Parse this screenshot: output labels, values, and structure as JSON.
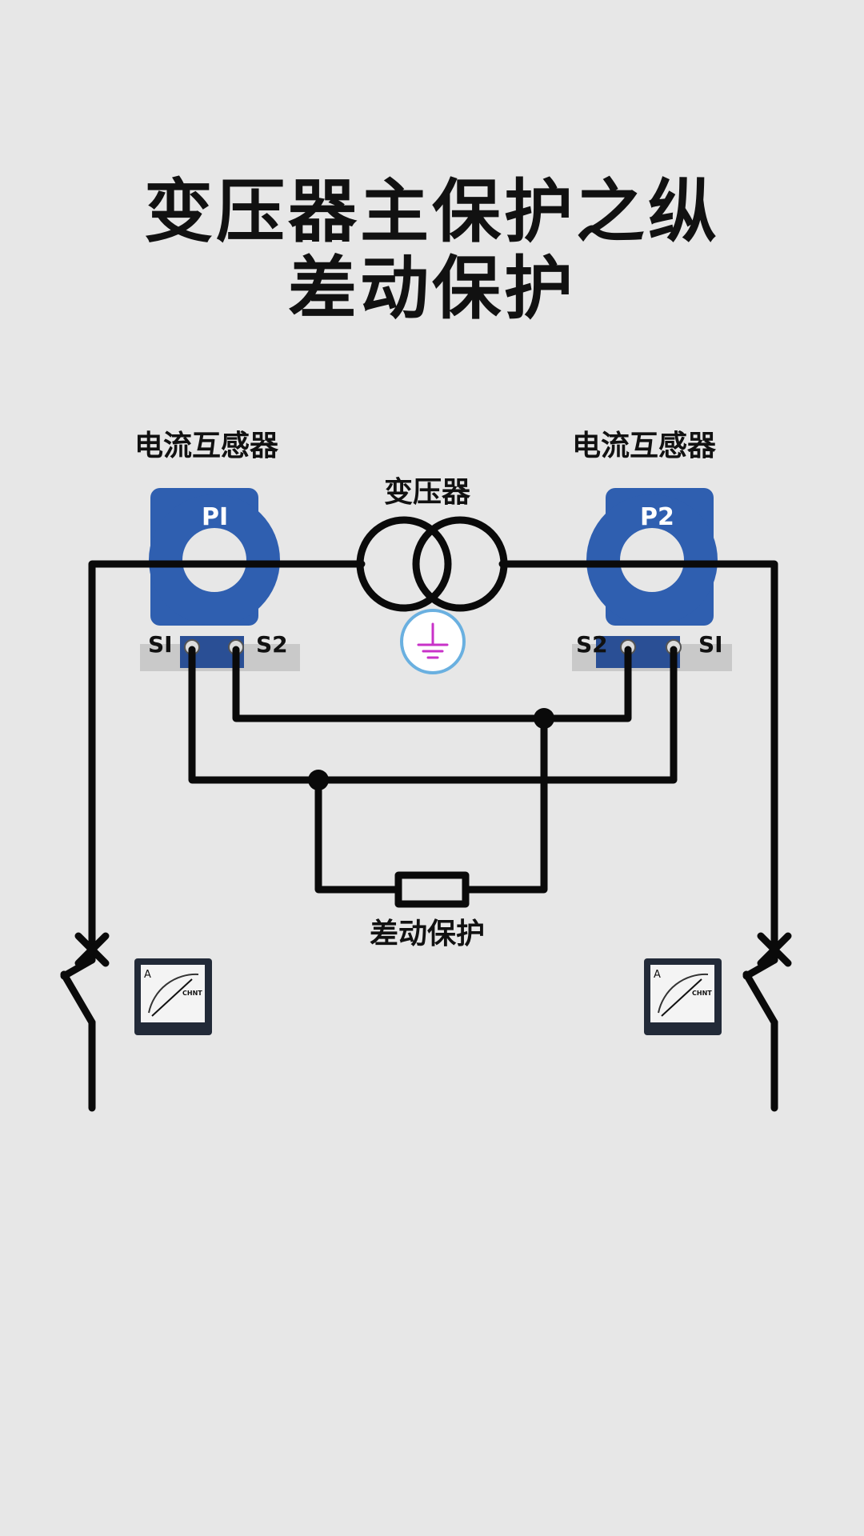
{
  "title": {
    "line1": "变压器主保护之纵",
    "line2": "差动保护"
  },
  "labels": {
    "ct_left": "电流互感器",
    "ct_right": "电流互感器",
    "transformer": "变压器",
    "differential_protection": "差动保护"
  },
  "ct_left": {
    "name": "PI",
    "terminal_a": "SI",
    "terminal_b": "S2"
  },
  "ct_right": {
    "name": "P2",
    "terminal_a": "S2",
    "terminal_b": "SI"
  },
  "meters": {
    "left": {
      "unit": "A",
      "brand": "CHNT"
    },
    "right": {
      "unit": "A",
      "brand": "CHNT"
    }
  },
  "colors": {
    "background": "#e7e7e7",
    "wire": "#0a0a0a",
    "ct_body": "#2f5fb0",
    "ground_ring": "#6ab0e0",
    "ground_symbol": "#c832c8"
  },
  "icons": [
    "ground-icon",
    "ammeter-icon",
    "breaker-icon",
    "resistor-icon"
  ]
}
